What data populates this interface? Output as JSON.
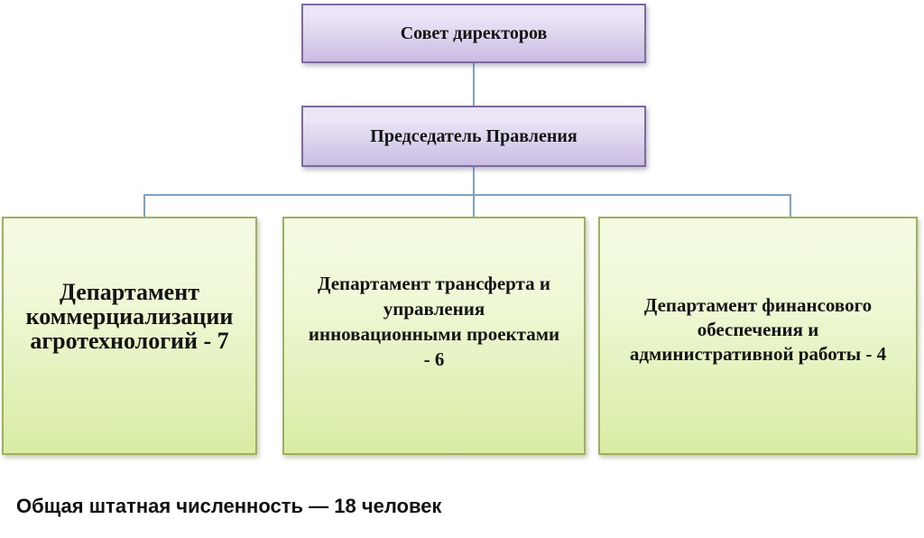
{
  "colors": {
    "level_fill_top": "#e9e3f6",
    "level_fill_bottom": "#c9bce2",
    "level_border": "#7d6b9e",
    "dept_fill_top": "#f5fbe4",
    "dept_fill_bottom": "#d8eca4",
    "dept_border": "#a0ae60",
    "connector": "#7ba3c4",
    "text": "#141414"
  },
  "org_chart": {
    "board": {
      "label": "Совет директоров"
    },
    "chairman": {
      "label": "Председатель Правления"
    },
    "departments": [
      {
        "label": "Департамент коммерциализации агротехнологий - 7",
        "lines": [
          "Департамент",
          "коммерциализации",
          "агротехнологий - 7"
        ],
        "headcount": 7
      },
      {
        "label": "Департамент трансферта и управления инновационными проектами - 6",
        "lines": [
          "Департамент трансферта и",
          "управления",
          "инновационными проектами",
          "- 6"
        ],
        "headcount": 6
      },
      {
        "label": "Департамент финансового обеспечения и административной работы - 4",
        "lines": [
          "Департамент финансового",
          "обеспечения и",
          "административной работы - 4"
        ],
        "headcount": 4
      }
    ]
  },
  "footer": {
    "text": "Общая штатная численность — 18 человек",
    "total_headcount": 18
  }
}
